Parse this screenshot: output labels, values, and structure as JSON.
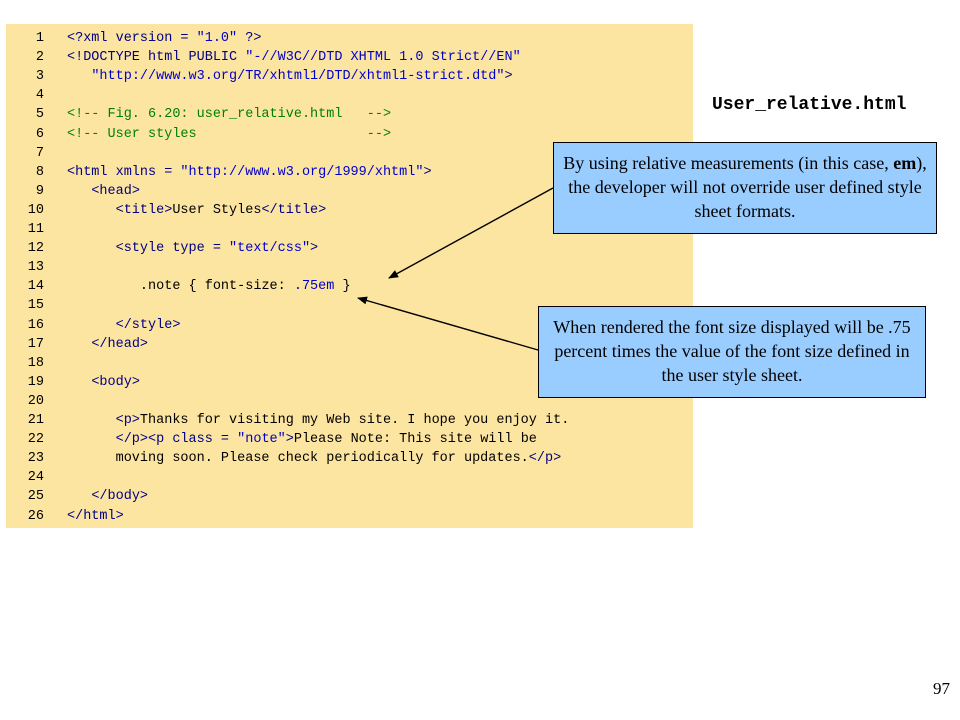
{
  "file_title": "User_relative.html",
  "page_number": "97",
  "code_lines": [
    {
      "n": "1",
      "indent": "",
      "tokens": [
        [
          "tag",
          "<?xml version = "
        ],
        [
          "str",
          "\"1.0\""
        ],
        [
          "tag",
          " ?>"
        ]
      ]
    },
    {
      "n": "2",
      "indent": "",
      "tokens": [
        [
          "tag",
          "<!DOCTYPE html PUBLIC "
        ],
        [
          "str",
          "\"-//W3C//DTD XHTML 1.0 Strict//EN\""
        ]
      ]
    },
    {
      "n": "3",
      "indent": "   ",
      "tokens": [
        [
          "str",
          "\"http://www.w3.org/TR/xhtml1/DTD/xhtml1-strict.dtd\""
        ],
        [
          "tag",
          ">"
        ]
      ]
    },
    {
      "n": "4",
      "indent": "",
      "tokens": []
    },
    {
      "n": "5",
      "indent": "",
      "tokens": [
        [
          "com",
          "<!-- Fig. 6.20: user_relative.html   -->"
        ]
      ]
    },
    {
      "n": "6",
      "indent": "",
      "tokens": [
        [
          "com",
          "<!-- User styles                     -->"
        ]
      ]
    },
    {
      "n": "7",
      "indent": "",
      "tokens": []
    },
    {
      "n": "8",
      "indent": "",
      "tokens": [
        [
          "tag",
          "<html xmlns = "
        ],
        [
          "str",
          "\"http://www.w3.org/1999/xhtml\""
        ],
        [
          "tag",
          ">"
        ]
      ]
    },
    {
      "n": "9",
      "indent": "   ",
      "tokens": [
        [
          "tag",
          "<head>"
        ]
      ]
    },
    {
      "n": "10",
      "indent": "      ",
      "tokens": [
        [
          "tag",
          "<title>"
        ],
        [
          "txt",
          "User Styles"
        ],
        [
          "tag",
          "</title>"
        ]
      ]
    },
    {
      "n": "11",
      "indent": "",
      "tokens": []
    },
    {
      "n": "12",
      "indent": "      ",
      "tokens": [
        [
          "tag",
          "<style type = "
        ],
        [
          "str",
          "\"text/css\""
        ],
        [
          "tag",
          ">"
        ]
      ]
    },
    {
      "n": "13",
      "indent": "",
      "tokens": []
    },
    {
      "n": "14",
      "indent": "         ",
      "tokens": [
        [
          "txt",
          ".note { font-size: "
        ],
        [
          "str",
          ".75em"
        ],
        [
          "txt",
          " }"
        ]
      ]
    },
    {
      "n": "15",
      "indent": "",
      "tokens": []
    },
    {
      "n": "16",
      "indent": "      ",
      "tokens": [
        [
          "tag",
          "</style>"
        ]
      ]
    },
    {
      "n": "17",
      "indent": "   ",
      "tokens": [
        [
          "tag",
          "</head>"
        ]
      ]
    },
    {
      "n": "18",
      "indent": "",
      "tokens": []
    },
    {
      "n": "19",
      "indent": "   ",
      "tokens": [
        [
          "tag",
          "<body>"
        ]
      ]
    },
    {
      "n": "20",
      "indent": "",
      "tokens": []
    },
    {
      "n": "21",
      "indent": "      ",
      "tokens": [
        [
          "tag",
          "<p>"
        ],
        [
          "txt",
          "Thanks for visiting my Web site. I hope you enjoy it."
        ]
      ]
    },
    {
      "n": "22",
      "indent": "      ",
      "tokens": [
        [
          "tag",
          "</p><p class = "
        ],
        [
          "str",
          "\"note\""
        ],
        [
          "tag",
          ">"
        ],
        [
          "txt",
          "Please Note: This site will be"
        ]
      ]
    },
    {
      "n": "23",
      "indent": "      ",
      "tokens": [
        [
          "txt",
          "moving soon. Please check periodically for updates."
        ],
        [
          "tag",
          "</p>"
        ]
      ]
    },
    {
      "n": "24",
      "indent": "",
      "tokens": []
    },
    {
      "n": "25",
      "indent": "   ",
      "tokens": [
        [
          "tag",
          "</body>"
        ]
      ]
    },
    {
      "n": "26",
      "indent": "",
      "tokens": [
        [
          "tag",
          "</html>"
        ]
      ]
    }
  ],
  "callouts": {
    "em": {
      "before": "By using relative measurements (in this case, ",
      "bold": "em",
      "after": "), the developer will not override user defined style sheet formats."
    },
    "size": {
      "text": "When rendered the font size displayed will be .75 percent times the value of the font size defined in the  user style sheet."
    }
  },
  "colors": {
    "code_background": "#fce5a1",
    "callout_background": "#99ccff",
    "tag": "#000080",
    "string": "#0000cc",
    "comment": "#008000"
  }
}
